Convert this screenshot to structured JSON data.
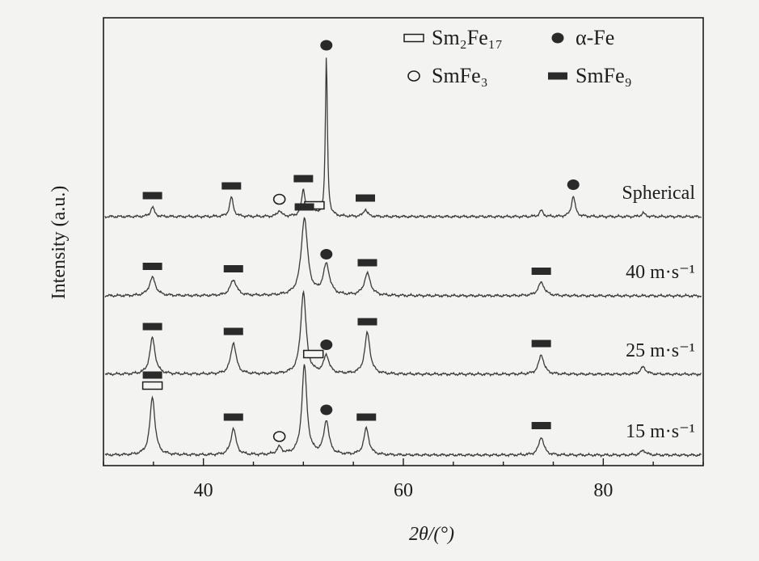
{
  "chart_data": {
    "type": "line",
    "xlabel": "2θ/(°)",
    "ylabel": "Intensity (a.u.)",
    "xlim": [
      30,
      90
    ],
    "xticks": [
      40,
      60,
      80
    ],
    "y_ticks_shown": false,
    "grid": false,
    "legend": {
      "placement": "top-right",
      "entries": [
        {
          "marker": "open-rect",
          "name": "Sm₂Fe₁₇"
        },
        {
          "marker": "filled-circle",
          "name": "α-Fe"
        },
        {
          "marker": "open-circle",
          "name": "SmFe₃"
        },
        {
          "marker": "filled-rect",
          "name": "SmFe₉"
        }
      ]
    },
    "series": [
      {
        "name": "Spherical",
        "peaks": [
          {
            "x": 34.9,
            "h": 0.4
          },
          {
            "x": 42.8,
            "h": 0.8
          },
          {
            "x": 47.6,
            "h": 0.25
          },
          {
            "x": 50.0,
            "h": 1.1
          },
          {
            "x": 50.9,
            "h": 0.45
          },
          {
            "x": 52.3,
            "h": 6.6
          },
          {
            "x": 56.2,
            "h": 0.3
          },
          {
            "x": 73.8,
            "h": 0.25
          },
          {
            "x": 77.0,
            "h": 0.85
          },
          {
            "x": 84.0,
            "h": 0.15
          }
        ],
        "phase_markers": [
          {
            "x": 34.9,
            "phase": "SmFe₉"
          },
          {
            "x": 42.8,
            "phase": "SmFe₉"
          },
          {
            "x": 47.6,
            "phase": "SmFe₃"
          },
          {
            "x": 50.0,
            "phase": "SmFe₉"
          },
          {
            "x": 51.1,
            "phase": "Sm₂Fe₁₇"
          },
          {
            "x": 52.3,
            "phase": "α-Fe"
          },
          {
            "x": 56.2,
            "phase": "SmFe₉"
          },
          {
            "x": 77.0,
            "phase": "α-Fe"
          }
        ]
      },
      {
        "name": "40 m·s⁻¹",
        "peaks": [
          {
            "x": 34.9,
            "h": 0.75
          },
          {
            "x": 43.0,
            "h": 0.65
          },
          {
            "x": 50.1,
            "h": 3.2
          },
          {
            "x": 52.3,
            "h": 1.25
          },
          {
            "x": 56.4,
            "h": 0.9
          },
          {
            "x": 73.8,
            "h": 0.55
          }
        ],
        "phase_markers": [
          {
            "x": 34.9,
            "phase": "SmFe₉"
          },
          {
            "x": 43.0,
            "phase": "SmFe₉"
          },
          {
            "x": 50.1,
            "phase": "SmFe₉"
          },
          {
            "x": 52.3,
            "phase": "α-Fe"
          },
          {
            "x": 56.4,
            "phase": "SmFe₉"
          },
          {
            "x": 73.8,
            "phase": "SmFe₉"
          }
        ]
      },
      {
        "name": "25 m·s⁻¹",
        "peaks": [
          {
            "x": 34.9,
            "h": 1.5
          },
          {
            "x": 43.0,
            "h": 1.3
          },
          {
            "x": 50.0,
            "h": 3.4
          },
          {
            "x": 52.3,
            "h": 0.75
          },
          {
            "x": 56.4,
            "h": 1.7
          },
          {
            "x": 73.8,
            "h": 0.8
          },
          {
            "x": 84.0,
            "h": 0.3
          }
        ],
        "phase_markers": [
          {
            "x": 34.9,
            "phase": "SmFe₉"
          },
          {
            "x": 43.0,
            "phase": "SmFe₉"
          },
          {
            "x": 52.3,
            "phase": "α-Fe"
          },
          {
            "x": 56.4,
            "phase": "SmFe₉"
          },
          {
            "x": 73.8,
            "phase": "SmFe₉"
          }
        ]
      },
      {
        "name": "15 m·s⁻¹",
        "peaks": [
          {
            "x": 34.9,
            "h": 2.4
          },
          {
            "x": 43.0,
            "h": 1.1
          },
          {
            "x": 47.6,
            "h": 0.3
          },
          {
            "x": 50.1,
            "h": 3.7
          },
          {
            "x": 52.3,
            "h": 1.4
          },
          {
            "x": 56.3,
            "h": 1.1
          },
          {
            "x": 73.8,
            "h": 0.75
          },
          {
            "x": 84.0,
            "h": 0.2
          }
        ],
        "phase_markers": [
          {
            "x": 34.9,
            "phase": "Sm₂Fe₁₇"
          },
          {
            "x": 34.9,
            "phase": "SmFe₉"
          },
          {
            "x": 43.0,
            "phase": "SmFe₉"
          },
          {
            "x": 47.6,
            "phase": "SmFe₃"
          },
          {
            "x": 51.0,
            "phase": "Sm₂Fe₁₇"
          },
          {
            "x": 52.3,
            "phase": "α-Fe"
          },
          {
            "x": 56.3,
            "phase": "SmFe₉"
          },
          {
            "x": 73.8,
            "phase": "SmFe₉"
          }
        ]
      }
    ]
  }
}
